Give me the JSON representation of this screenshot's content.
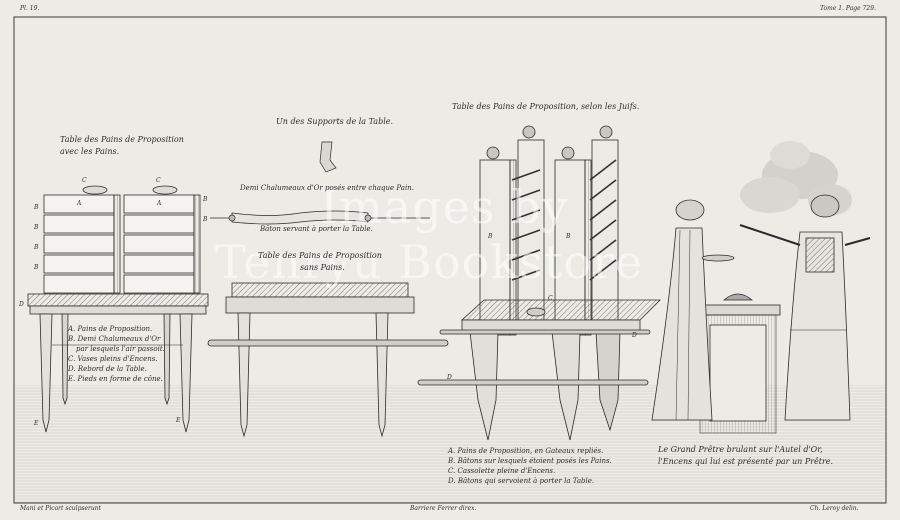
{
  "header": {
    "plate_number": "Pl. 19.",
    "volume_page": "Tome 1. Page 729."
  },
  "titles": {
    "table_with_loaves_line1": "Table des Pains de Proposition",
    "table_with_loaves_line2": "avec les Pains.",
    "support": "Un des Supports de la Table.",
    "tubes": "Demi Chalumeaux d'Or posés entre chaque Pain.",
    "bar": "Bâton servant à porter la Table.",
    "table_without_loaves_line1": "Table des Pains de Proposition",
    "table_without_loaves_line2": "sans Pains.",
    "jewish_table": "Table des Pains de Proposition, selon les Juifs."
  },
  "legend_left": [
    "A. Pains de Proposition.",
    "B. Demi Chalumeaux d'Or",
    "par lesquels l'air passoit.",
    "C. Vases pleins d'Encens.",
    "D. Rebord de la Table.",
    "E. Pieds en forme de cône."
  ],
  "legend_right": [
    "A. Pains de Proposition, en Gateaux repliés.",
    "B. Bâtons sur lesquels étoient posés les Pains.",
    "C. Cassolette pleine d'Encens.",
    "D. Bâtons qui servoient à porter la Table."
  ],
  "caption_priest": {
    "line1": "Le Grand Prêtre brulant sur l'Autel d'Or,",
    "line2": "l'Encens qui lui est présenté par un Prêtre."
  },
  "letters": {
    "A": "A",
    "B": "B",
    "C": "C",
    "D": "D",
    "E": "E"
  },
  "footer": {
    "engraver": "Mani et Picart sculpserunt",
    "center": "Barriere Ferrer direx.",
    "right": "Ch. Leroy delin."
  },
  "watermark": {
    "line1": "Images by",
    "line2": "Tenryu Bookstore"
  },
  "colors": {
    "paper": "#ecebe6",
    "ink": "#2b2b2b",
    "border": "#3a3a3a"
  }
}
